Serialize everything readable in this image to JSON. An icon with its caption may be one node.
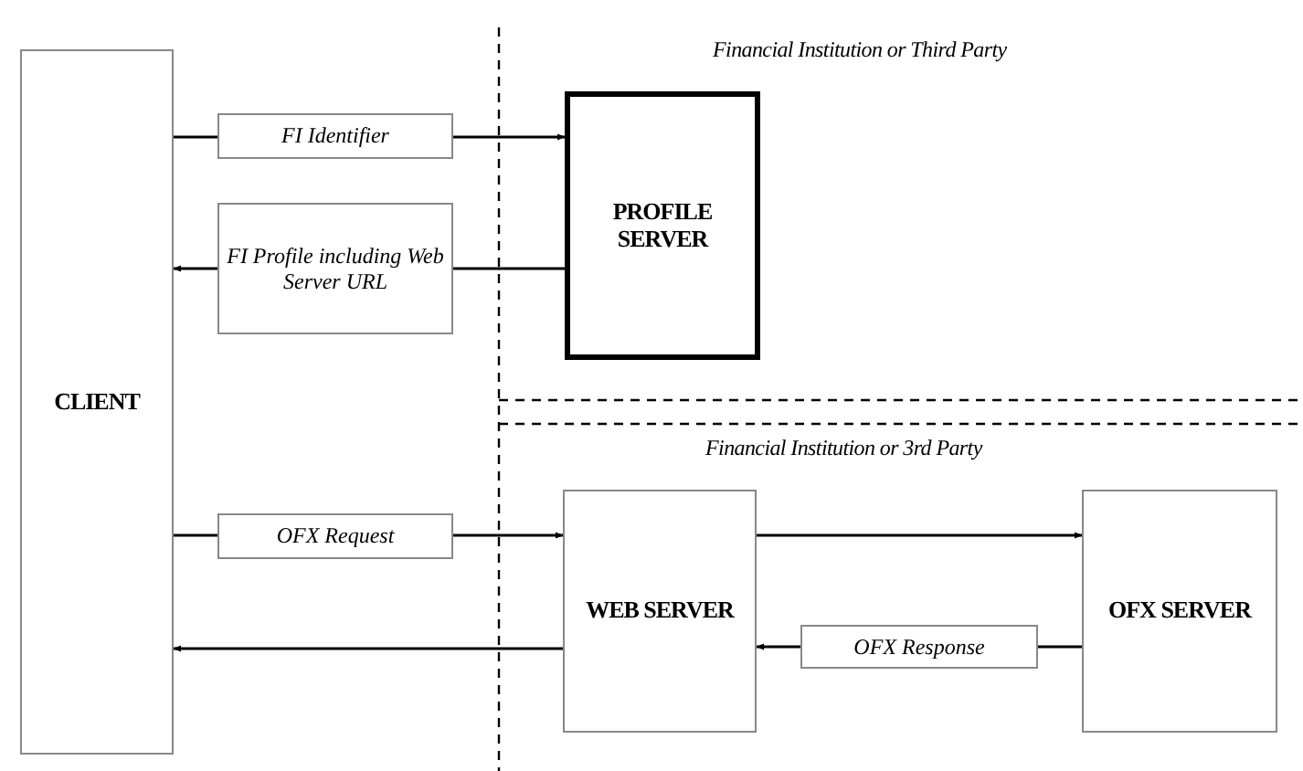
{
  "diagram": {
    "nodes": [
      {
        "text": [
          "CLIENT"
        ]
      },
      {
        "text": [
          "PROFILE SERVER"
        ]
      },
      {
        "text": [
          "WEB SERVER"
        ]
      },
      {
        "text": [
          "OFX SERVER"
        ]
      }
    ],
    "edges": [
      {
        "from": 0,
        "to": 1,
        "arrow": "to",
        "label": "FI Identifier"
      },
      {
        "from": 1,
        "to": 0,
        "arrow": "to",
        "label": "FI Profile including Web Server URL"
      },
      {
        "from": 0,
        "to": 2,
        "arrow": "to",
        "label": "OFX Request"
      },
      {
        "from": 2,
        "to": 0,
        "arrow": "to"
      },
      {
        "from": 2,
        "to": 3,
        "arrow": "to"
      },
      {
        "from": 3,
        "to": 2,
        "arrow": "to",
        "label": "OFX Response"
      }
    ],
    "labels": [
      "Financial Institution or Third Party",
      "Financial Institution or 3rd Party"
    ]
  }
}
